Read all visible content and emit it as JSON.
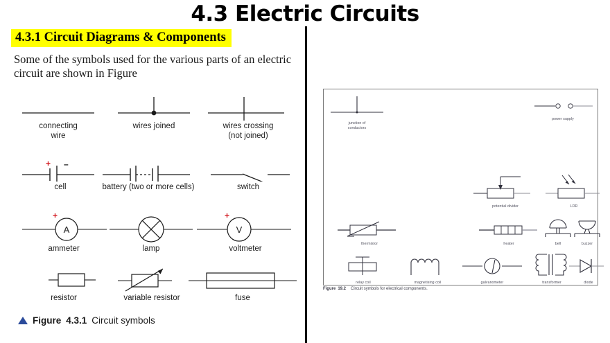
{
  "slide": {
    "title": "4.3 Electric Circuits",
    "section_heading": "4.3.1 Circuit Diagrams & Components",
    "intro_text": "Some of the symbols used for the various parts of an electric circuit are shown in Figure",
    "figure_caption_prefix": "Figure",
    "figure_caption_number": "4.3.1",
    "figure_caption_text": "Circuit symbols",
    "accent_highlight": "#ffff00",
    "accent_triangle": "#2b4b9b",
    "accent_plus": "#d42027"
  },
  "left_symbols": {
    "row1": [
      {
        "label": "connecting\nwire",
        "name": "connecting-wire"
      },
      {
        "label": "wires joined",
        "name": "wires-joined"
      },
      {
        "label": "wires crossing\n(not joined)",
        "name": "wires-crossing"
      }
    ],
    "row2": [
      {
        "label": "cell",
        "name": "cell",
        "plus": "+",
        "minus": "–"
      },
      {
        "label": "battery (two or more cells)",
        "name": "battery"
      },
      {
        "label": "switch",
        "name": "switch"
      }
    ],
    "row3": [
      {
        "label": "ammeter",
        "name": "ammeter",
        "letter": "A",
        "plus": "+"
      },
      {
        "label": "lamp",
        "name": "lamp",
        "letter": ""
      },
      {
        "label": "voltmeter",
        "name": "voltmeter",
        "letter": "V",
        "plus": "+"
      }
    ],
    "row4": [
      {
        "label": "resistor",
        "name": "resistor"
      },
      {
        "label": "variable resistor",
        "name": "variable-resistor"
      },
      {
        "label": "fuse",
        "name": "fuse"
      }
    ]
  },
  "right_panel": {
    "caption_label": "Figure",
    "caption_number": "19.2",
    "caption_text": "Circuit symbols for electrical components.",
    "symbols": [
      {
        "name": "junction-of-conductors",
        "label": "junction of\nconductors"
      },
      {
        "name": "power-supply",
        "label": "power supply"
      },
      {
        "name": "potential-divider",
        "label": "potential divider"
      },
      {
        "name": "ldr",
        "label": "LDR"
      },
      {
        "name": "thermistor",
        "label": "thermistor"
      },
      {
        "name": "heater",
        "label": "heater"
      },
      {
        "name": "bell",
        "label": "bell"
      },
      {
        "name": "buzzer",
        "label": "buzzer"
      },
      {
        "name": "relay-coil",
        "label": "relay coil"
      },
      {
        "name": "magnetising-coil",
        "label": "magnetising coil"
      },
      {
        "name": "galvanometer",
        "label": "galvanometer"
      },
      {
        "name": "transformer",
        "label": "transformer"
      },
      {
        "name": "diode",
        "label": "diode"
      }
    ]
  }
}
